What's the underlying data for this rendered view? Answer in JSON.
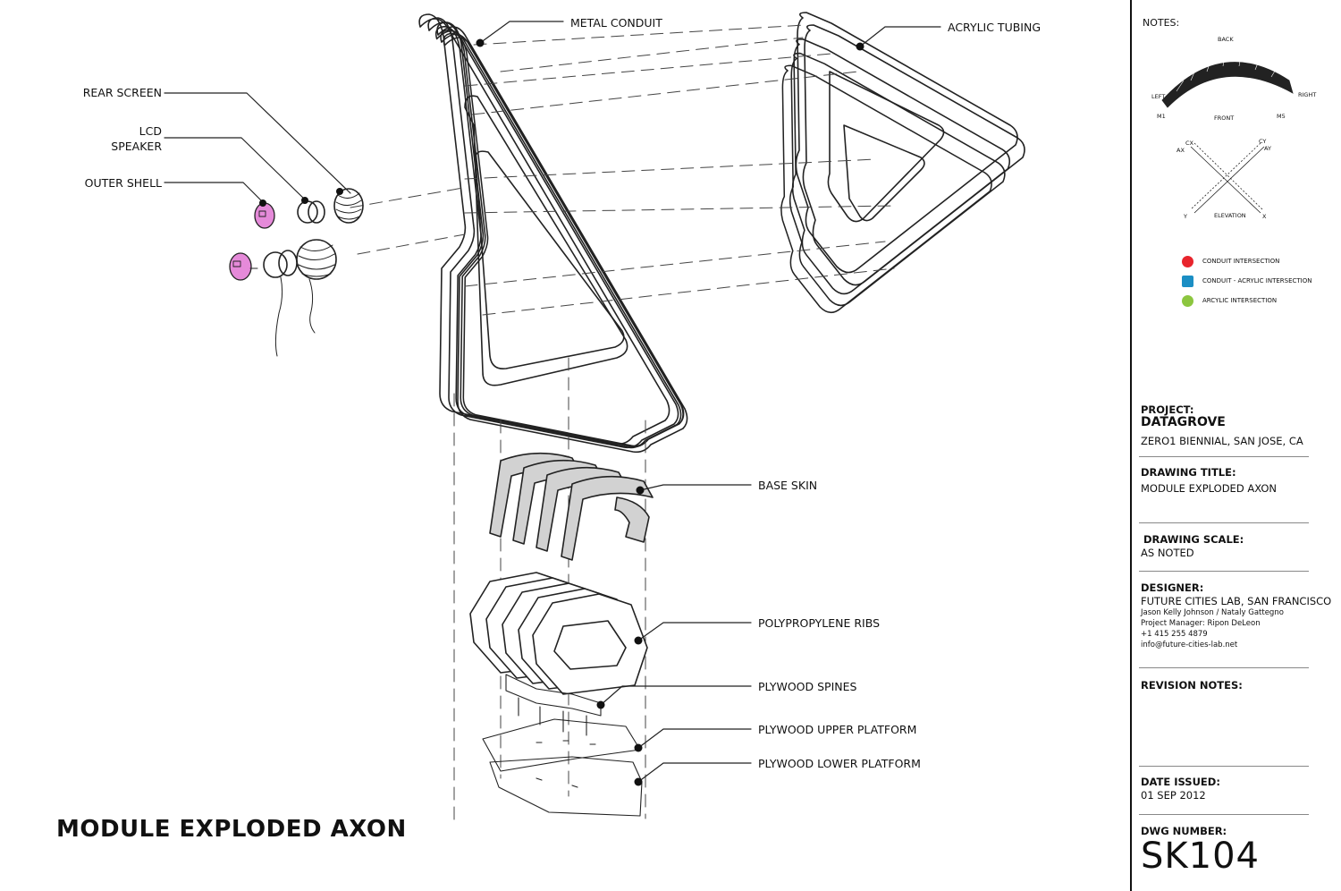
{
  "drawing": {
    "main_title": "MODULE EXPLODED AXON",
    "labels": {
      "metal_conduit": "METAL CONDUIT",
      "acrylic_tubing": "ACRYLIC TUBING",
      "rear_screen": "REAR SCREEN",
      "lcd": "LCD",
      "speaker": "SPEAKER",
      "outer_shell": "OUTER SHELL",
      "base_skin": "BASE SKIN",
      "ribs": "POLYPROPYLENE RIBS",
      "spines": "PLYWOOD SPINES",
      "upper_platform": "PLYWOOD UPPER PLATFORM",
      "lower_platform": "PLYWOOD LOWER PLATFORM"
    },
    "colors": {
      "line": "#222222",
      "shell": "#e58ad9",
      "skin": "#d2d2d2"
    }
  },
  "notes": {
    "title": "NOTES:",
    "plan": {
      "back": "BACK",
      "left": "LEFT",
      "right": "RIGHT",
      "front": "FRONT",
      "m1": "M1",
      "m5": "M5"
    },
    "elevation": {
      "cx": "CX",
      "ax": "AX",
      "cy": "CY",
      "ay": "AY",
      "y": "Y",
      "x": "X",
      "label": "ELEVATION"
    },
    "legend": [
      {
        "label": "CONDUIT INTERSECTION",
        "color": "#e8242c",
        "shape": "circle"
      },
      {
        "label": "CONDUIT - ACRYLIC INTERSECTION",
        "color": "#1b8ec4",
        "shape": "square"
      },
      {
        "label": "ARCYLIC INTERSECTION",
        "color": "#8cc63f",
        "shape": "circle"
      }
    ]
  },
  "titleblock": {
    "project_h": "PROJECT:",
    "project_name": "DATAGROVE",
    "project_loc": "ZERO1 BIENNIAL, SAN JOSE, CA",
    "title_h": "DRAWING TITLE:",
    "title": "MODULE EXPLODED AXON",
    "scale_h": "DRAWING SCALE:",
    "scale": "AS NOTED",
    "designer_h": "DESIGNER:",
    "designer": "FUTURE CITIES LAB, SAN FRANCISCO",
    "designer_names": "Jason Kelly Johnson / Nataly Gattegno",
    "pm": "Project Manager: Ripon DeLeon",
    "phone": "+1 415 255 4879",
    "email": "info@future-cities-lab.net",
    "revision_h": "REVISION NOTES:",
    "date_h": "DATE ISSUED:",
    "date": "01 SEP 2012",
    "dwg_h": "DWG NUMBER:",
    "dwg": "SK104"
  }
}
